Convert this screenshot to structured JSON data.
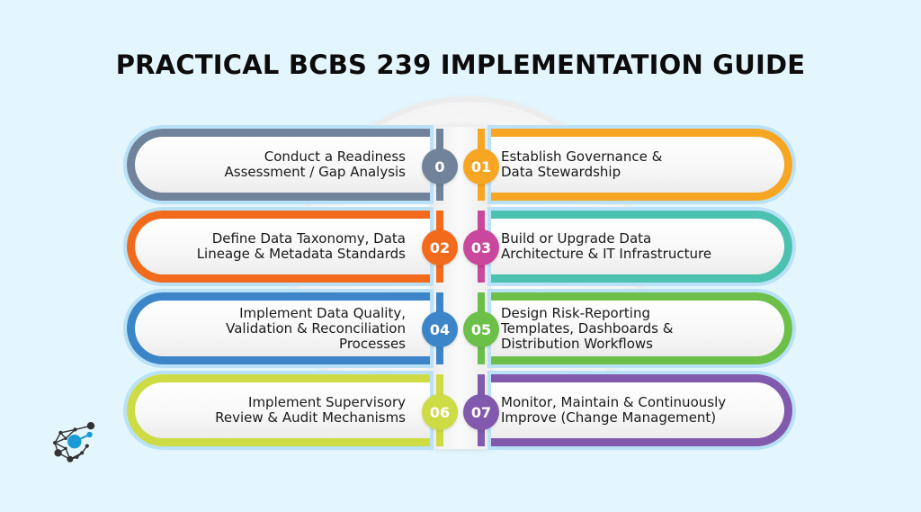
{
  "title": "PRACTICAL BCBS 239 IMPLEMENTATION GUIDE",
  "logo": {
    "icon": "network-node-logo-icon",
    "colors": {
      "nodes": "#333333",
      "accent": "#1a9ad6"
    }
  },
  "colors": {
    "background": "#e4f6fd",
    "outline_glow": "#b9e1f7"
  },
  "steps": [
    {
      "number": "0",
      "line1": "Conduct a Readiness",
      "line2": "Assessment / Gap Analysis",
      "line3": "",
      "color": "#71839a",
      "side": "left"
    },
    {
      "number": "01",
      "line1": "Establish Governance &",
      "line2": "Data Stewardship",
      "line3": "",
      "color": "#f6a623",
      "side": "right"
    },
    {
      "number": "02",
      "line1": "Define Data Taxonomy, Data",
      "line2": "Lineage & Metadata Standards",
      "line3": "",
      "color": "#f26b1d",
      "side": "left"
    },
    {
      "number": "03",
      "line1": "Build or Upgrade Data",
      "line2": "Architecture & IT Infrastructure",
      "line3": "",
      "color": "#c9479c",
      "side": "right"
    },
    {
      "number": "04",
      "line1": "Implement Data Quality,",
      "line2": "Validation & Reconciliation",
      "line3": "Processes",
      "color": "#3d85c9",
      "side": "left"
    },
    {
      "number": "05",
      "line1": "Design Risk-Reporting",
      "line2": "Templates, Dashboards &",
      "line3": "Distribution Workflows",
      "color": "#6cc04a",
      "side": "right"
    },
    {
      "number": "06",
      "line1": "Implement Supervisory",
      "line2": "Review & Audit Mechanisms",
      "line3": "",
      "color": "#cddc45",
      "side": "left"
    },
    {
      "number": "07",
      "line1": "Monitor, Maintain & Continuously",
      "line2": "Improve (Change Management)",
      "line3": "",
      "color": "#8159ad",
      "side": "right"
    }
  ],
  "right_pill_border_colors": [
    "#f6a623",
    "#4cc1b0",
    "#6cc04a",
    "#8159ad"
  ]
}
